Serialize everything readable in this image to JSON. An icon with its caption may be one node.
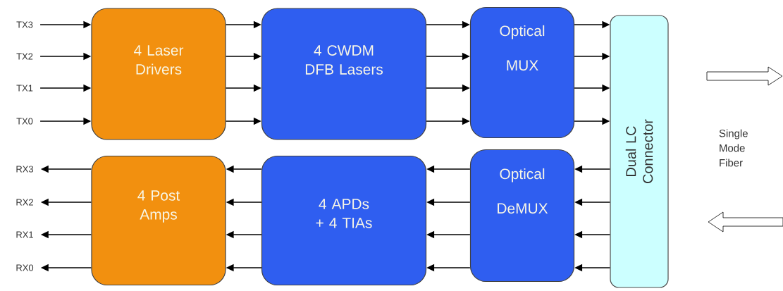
{
  "diagram": {
    "nodes": [
      {
        "text": [
          "TX3"
        ]
      },
      {
        "text": [
          "TX2"
        ]
      },
      {
        "text": [
          "TX1"
        ]
      },
      {
        "text": [
          "TX0"
        ]
      },
      {
        "text": [
          "RX3"
        ]
      },
      {
        "text": [
          "RX2"
        ]
      },
      {
        "text": [
          "RX1"
        ]
      },
      {
        "text": [
          "RX0"
        ]
      },
      {
        "text": [
          "4 Laser Drivers"
        ]
      },
      {
        "text": [
          "4 CWDM DFB Lasers"
        ]
      },
      {
        "text": [
          "Optical",
          "MUX"
        ]
      },
      {
        "text": [
          "4 Post Amps"
        ]
      },
      {
        "text": [
          "4 APDs + 4 TIAs"
        ]
      },
      {
        "text": [
          "Optical",
          "DeMUX"
        ]
      },
      {
        "text": [
          "Dual LC Connector"
        ]
      }
    ],
    "edges": [
      {
        "from": 0,
        "to": 8,
        "arrow": "to"
      },
      {
        "from": 1,
        "to": 8,
        "arrow": "to"
      },
      {
        "from": 2,
        "to": 8,
        "arrow": "to"
      },
      {
        "from": 3,
        "to": 8,
        "arrow": "to"
      },
      {
        "from": 8,
        "to": 9,
        "arrow": "to"
      },
      {
        "from": 8,
        "to": 9,
        "arrow": "to"
      },
      {
        "from": 8,
        "to": 9,
        "arrow": "to"
      },
      {
        "from": 8,
        "to": 9,
        "arrow": "to"
      },
      {
        "from": 9,
        "to": 10,
        "arrow": "to"
      },
      {
        "from": 9,
        "to": 10,
        "arrow": "to"
      },
      {
        "from": 9,
        "to": 10,
        "arrow": "to"
      },
      {
        "from": 9,
        "to": 10,
        "arrow": "to"
      },
      {
        "from": 10,
        "to": 14,
        "arrow": "to"
      },
      {
        "from": 10,
        "to": 14,
        "arrow": "to"
      },
      {
        "from": 10,
        "to": 14,
        "arrow": "to"
      },
      {
        "from": 10,
        "to": 14,
        "arrow": "to"
      },
      {
        "from": 14,
        "to": 13,
        "arrow": "to"
      },
      {
        "from": 14,
        "to": 13,
        "arrow": "to"
      },
      {
        "from": 14,
        "to": 13,
        "arrow": "to"
      },
      {
        "from": 14,
        "to": 13,
        "arrow": "to"
      },
      {
        "from": 13,
        "to": 12,
        "arrow": "to"
      },
      {
        "from": 13,
        "to": 12,
        "arrow": "to"
      },
      {
        "from": 13,
        "to": 12,
        "arrow": "to"
      },
      {
        "from": 13,
        "to": 12,
        "arrow": "to"
      },
      {
        "from": 12,
        "to": 11,
        "arrow": "to"
      },
      {
        "from": 12,
        "to": 11,
        "arrow": "to"
      },
      {
        "from": 12,
        "to": 11,
        "arrow": "to"
      },
      {
        "from": 12,
        "to": 11,
        "arrow": "to"
      },
      {
        "from": 11,
        "to": 4,
        "arrow": "to"
      },
      {
        "from": 11,
        "to": 5,
        "arrow": "to"
      },
      {
        "from": 11,
        "to": 6,
        "arrow": "to"
      },
      {
        "from": 11,
        "to": 7,
        "arrow": "to"
      }
    ],
    "labels": [
      "Single Mode Fiber"
    ]
  }
}
